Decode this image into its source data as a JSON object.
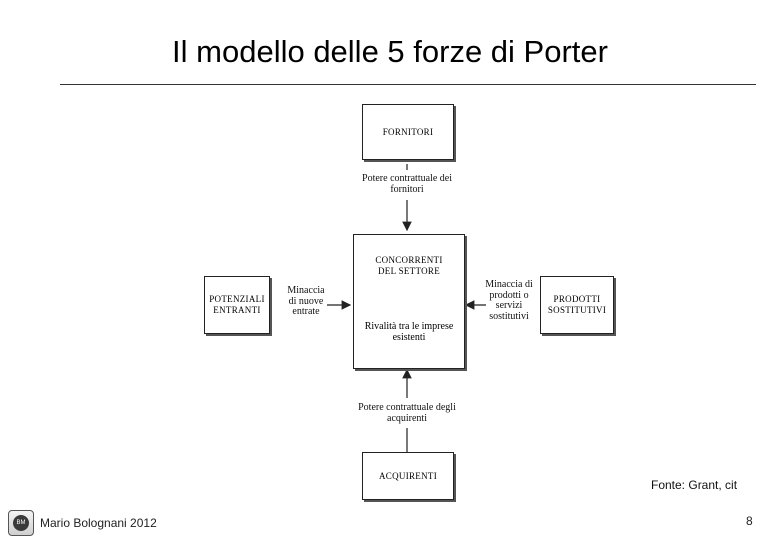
{
  "slide": {
    "title": "Il modello delle 5 forze di Porter",
    "source": "Fonte: Grant, cit",
    "author": "Mario Bolognani 2012",
    "page_number": "8",
    "logo_text": "BM"
  },
  "diagram": {
    "boxes": {
      "suppliers": "FORNITORI",
      "industry": "CONCORRENTI DEL SETTORE",
      "entrants": "POTENZIALI ENTRANTI",
      "substitutes": "PRODOTTI SOSTITUTIVI",
      "buyers": "ACQUIRENTI"
    },
    "rivalry_label": "Rivalità tra le imprese esistenti",
    "forces": {
      "supplier_power": "Potere contrattuale dei fornitori",
      "entrant_threat": "Minaccia di nuove entrate",
      "substitute_threat": "Minaccia di prodotti o servizi sostitutivi",
      "buyer_power": "Potere contrattuale degli acquirenti"
    }
  }
}
